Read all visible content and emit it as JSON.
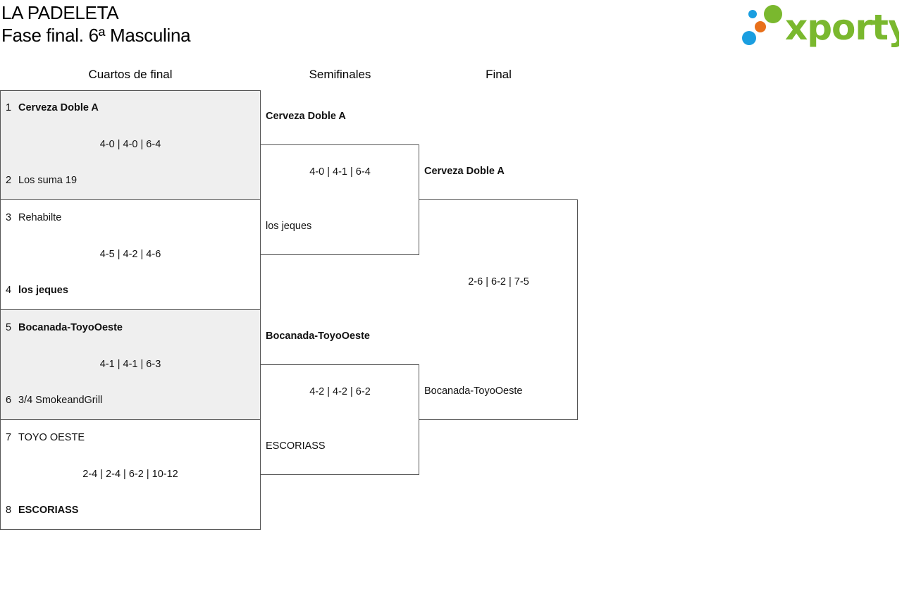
{
  "header": {
    "club_name": "LA PADELETA",
    "phase_name": "Fase final. 6ª Masculina"
  },
  "logo": {
    "text": "xporty",
    "colors": {
      "green": "#7ab82e",
      "orange": "#e8701a",
      "blue": "#1a9ee0"
    }
  },
  "rounds": {
    "quarterfinals": "Cuartos de final",
    "semifinals": "Semifinales",
    "final": "Final"
  },
  "quarterfinals": [
    {
      "team1": {
        "seed": "1",
        "name": "Cerveza Doble A",
        "winner": true
      },
      "team2": {
        "seed": "2",
        "name": "Los suma 19",
        "winner": false
      },
      "score": "4-0 | 4-0 | 6-4",
      "shaded": true
    },
    {
      "team1": {
        "seed": "3",
        "name": "Rehabilte",
        "winner": false
      },
      "team2": {
        "seed": "4",
        "name": "los jeques",
        "winner": true
      },
      "score": "4-5 | 4-2 | 4-6",
      "shaded": false
    },
    {
      "team1": {
        "seed": "5",
        "name": "Bocanada-ToyoOeste",
        "winner": true
      },
      "team2": {
        "seed": "6",
        "name": "3/4 SmokeandGrill",
        "winner": false
      },
      "score": "4-1 | 4-1 | 6-3",
      "shaded": true
    },
    {
      "team1": {
        "seed": "7",
        "name": "TOYO OESTE",
        "winner": false
      },
      "team2": {
        "seed": "8",
        "name": "ESCORIASS",
        "winner": true
      },
      "score": "2-4 | 2-4 | 6-2 | 10-12",
      "shaded": false
    }
  ],
  "semifinals": [
    {
      "team1": {
        "name": "Cerveza Doble A",
        "winner": true
      },
      "team2": {
        "name": "los jeques",
        "winner": false
      },
      "score": "4-0 | 4-1 | 6-4"
    },
    {
      "team1": {
        "name": "Bocanada-ToyoOeste",
        "winner": true
      },
      "team2": {
        "name": "ESCORIASS",
        "winner": false
      },
      "score": "4-2 | 4-2 | 6-2"
    }
  ],
  "final": {
    "team1": {
      "name": "Cerveza Doble A",
      "winner": true
    },
    "team2": {
      "name": "Bocanada-ToyoOeste",
      "winner": false
    },
    "score": "2-6 | 6-2 | 7-5"
  }
}
